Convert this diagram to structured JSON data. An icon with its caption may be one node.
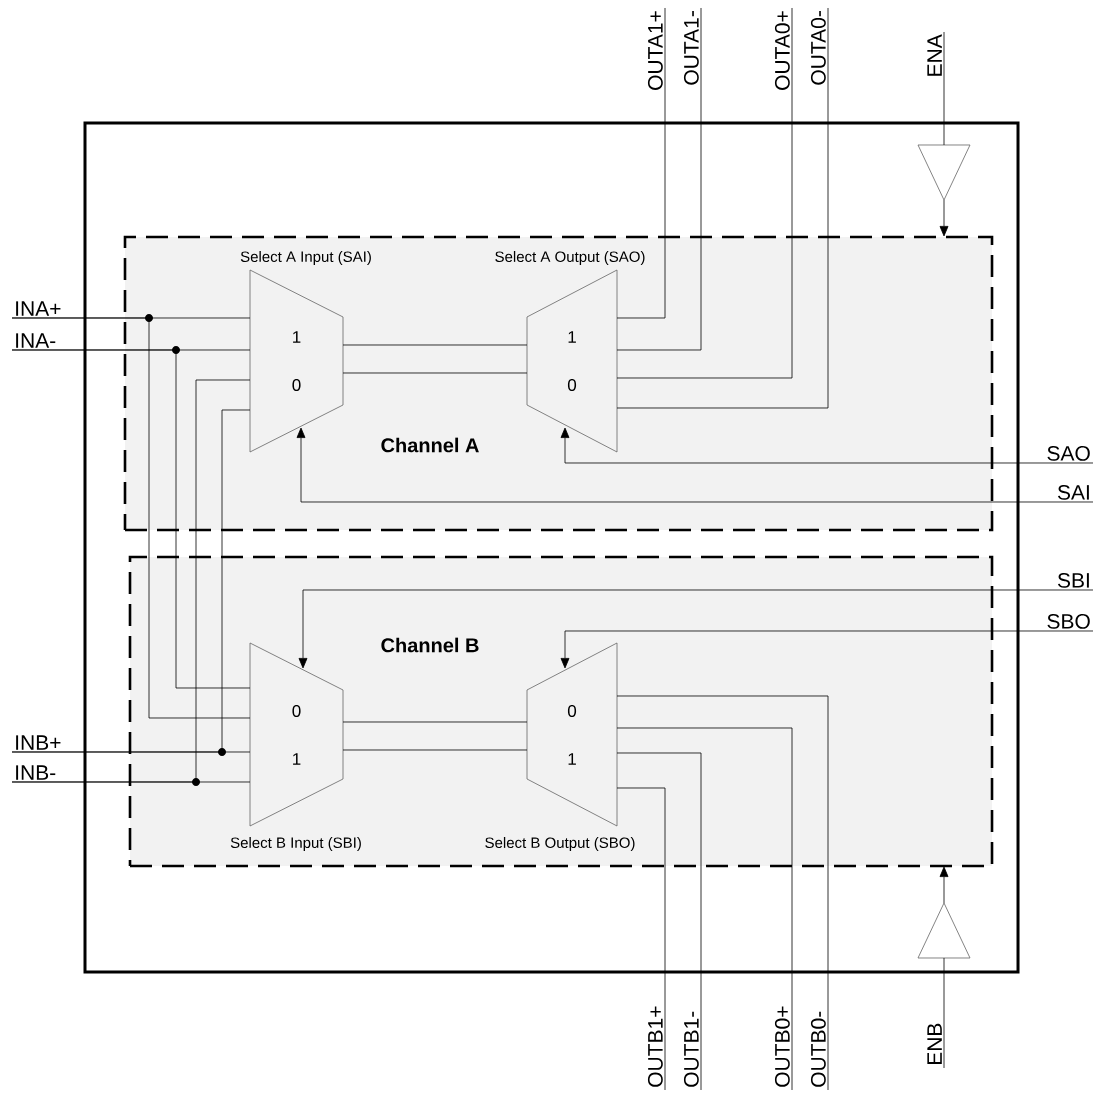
{
  "diagram": {
    "nodes": [
      {
        "text": [],
        "shape": "box"
      },
      {
        "text": [
          "Channel A"
        ],
        "in": 0
      },
      {
        "text": [
          "Channel B"
        ],
        "in": 0
      },
      {
        "text": [
          "1",
          "0"
        ],
        "beside": [
          "Select A Input (SAI)"
        ],
        "in": 1
      },
      {
        "text": [
          "1",
          "0"
        ],
        "beside": [
          "Select A Output (SAO)"
        ],
        "in": 1
      },
      {
        "text": [
          "0",
          "1"
        ],
        "beside": [
          "Select B Input (SBI)"
        ],
        "in": 2
      },
      {
        "text": [
          "0",
          "1"
        ],
        "beside": [
          "Select B Output (SBO)"
        ],
        "in": 2
      },
      {
        "text": [],
        "shape": "triangle",
        "in": 0
      },
      {
        "text": [],
        "shape": "triangle",
        "in": 0
      },
      {
        "text": [
          "INA+"
        ]
      },
      {
        "text": [
          "INA-"
        ]
      },
      {
        "text": [
          "INB+"
        ]
      },
      {
        "text": [
          "INB-"
        ]
      },
      {
        "text": [
          "OUTA1+"
        ]
      },
      {
        "text": [
          "OUTA1-"
        ]
      },
      {
        "text": [
          "OUTA0+"
        ]
      },
      {
        "text": [
          "OUTA0-"
        ]
      },
      {
        "text": [
          "ENA"
        ]
      },
      {
        "text": [
          "SAO"
        ]
      },
      {
        "text": [
          "SAI"
        ]
      },
      {
        "text": [
          "SBI"
        ]
      },
      {
        "text": [
          "SBO"
        ]
      },
      {
        "text": [
          "OUTB1+"
        ]
      },
      {
        "text": [
          "OUTB1-"
        ]
      },
      {
        "text": [
          "OUTB0+"
        ]
      },
      {
        "text": [
          "OUTB0-"
        ]
      },
      {
        "text": [
          "ENB"
        ]
      }
    ],
    "edges": [
      {
        "from": 9,
        "to": 3,
        "arrow": "none"
      },
      {
        "from": 9,
        "to": 5,
        "arrow": "none"
      },
      {
        "from": 10,
        "to": 3,
        "arrow": "none"
      },
      {
        "from": 10,
        "to": 5,
        "arrow": "none"
      },
      {
        "from": 11,
        "to": 5,
        "arrow": "none"
      },
      {
        "from": 11,
        "to": 3,
        "arrow": "none"
      },
      {
        "from": 12,
        "to": 5,
        "arrow": "none"
      },
      {
        "from": 12,
        "to": 3,
        "arrow": "none"
      },
      {
        "from": 3,
        "to": 4,
        "arrow": "none"
      },
      {
        "from": 3,
        "to": 4,
        "arrow": "none"
      },
      {
        "from": 4,
        "to": 13,
        "arrow": "none"
      },
      {
        "from": 4,
        "to": 14,
        "arrow": "none"
      },
      {
        "from": 4,
        "to": 15,
        "arrow": "none"
      },
      {
        "from": 4,
        "to": 16,
        "arrow": "none"
      },
      {
        "from": 18,
        "to": 4,
        "arrow": "to"
      },
      {
        "from": 19,
        "to": 3,
        "arrow": "to"
      },
      {
        "from": 20,
        "to": 5,
        "arrow": "to"
      },
      {
        "from": 21,
        "to": 6,
        "arrow": "to"
      },
      {
        "from": 5,
        "to": 6,
        "arrow": "none"
      },
      {
        "from": 5,
        "to": 6,
        "arrow": "none"
      },
      {
        "from": 6,
        "to": 22,
        "arrow": "none"
      },
      {
        "from": 6,
        "to": 23,
        "arrow": "none"
      },
      {
        "from": 6,
        "to": 24,
        "arrow": "none"
      },
      {
        "from": 6,
        "to": 25,
        "arrow": "none"
      },
      {
        "from": 17,
        "to": 7,
        "arrow": "none"
      },
      {
        "from": 7,
        "to": 1,
        "arrow": "to"
      },
      {
        "from": 26,
        "to": 8,
        "arrow": "none"
      },
      {
        "from": 8,
        "to": 2,
        "arrow": "to"
      }
    ]
  }
}
